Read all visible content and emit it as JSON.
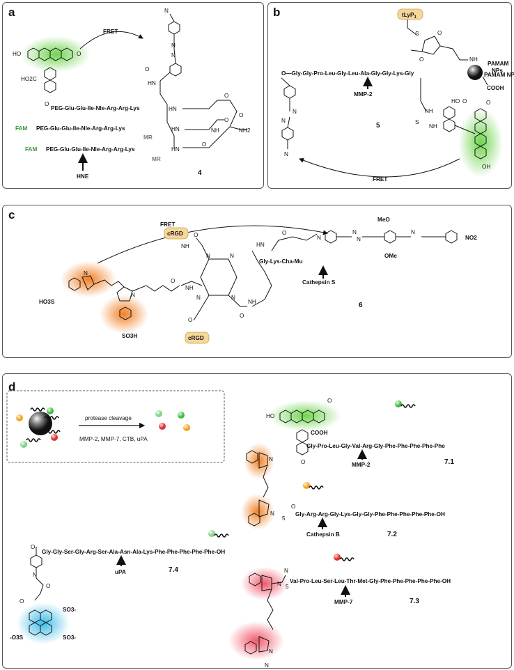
{
  "panel_a": {
    "label": "a",
    "fret": "FRET",
    "line1": "PEG-Glu-Glu-Ile-Nle-Arg-Arg-Lys",
    "line2_prefix": "FAM",
    "line2": "PEG-Glu-Glu-Ile-Nle-Arg-Arg-Lys",
    "line3_prefix": "FAM",
    "line3": "PEG-Glu-Glu-Ile-Nle-Arg-Arg-Lys",
    "mr1": "MR",
    "mr2": "MR",
    "enzyme": "HNE",
    "compound": "4",
    "atoms": [
      "HO",
      "O",
      "HO2C",
      "O",
      "N",
      "N",
      "N",
      "O",
      "HN",
      "HN",
      "HN",
      "HN",
      "O",
      "O",
      "O",
      "NH",
      "NH2",
      "O"
    ]
  },
  "panel_b": {
    "label": "b",
    "peptide": "O—Gly-Gly-Pro-Leu-Gly-Leu-Ala-Gly-Gly-Lys-Gly",
    "enzyme": "MMP-2",
    "carrier": "PAMAM NPs",
    "targeting": "tLyP",
    "targeting_sub": "1",
    "cooh": "COOH",
    "fret": "FRET",
    "compound": "5",
    "atoms": [
      "S",
      "O",
      "O",
      "NH",
      "NH",
      "HO",
      "O",
      "NH",
      "S",
      "O",
      "OH",
      "N",
      "N",
      "N"
    ]
  },
  "panel_c": {
    "label": "c",
    "fret": "FRET",
    "targeting_top": "cRGD",
    "targeting_bottom": "cRGD",
    "peptide": "Gly-Lys-Cha-Mu",
    "enzyme": "Cathepsin S",
    "sulfo1": "HO3S",
    "sulfo2": "SO3H",
    "ome1": "MeO",
    "ome2": "OMe",
    "nitro": "NO2",
    "compound": "6",
    "atoms": [
      "N",
      "N",
      "N",
      "N",
      "N",
      "N",
      "HN",
      "NH",
      "NH",
      "NH",
      "N",
      "N",
      "N",
      "N",
      "O",
      "O",
      "O",
      "O",
      "O"
    ]
  },
  "panel_d": {
    "label": "d",
    "process": "protease cleavage",
    "enzymes": "MMP-2, MMP-7, CTB, uPA",
    "c71": {
      "peptide": "Gly-Pro-Leu-Gly-Val-Arg-Gly-Phe-Phe-Phe-Phe-Phe",
      "enzyme": "MMP-2",
      "label": "7.1",
      "cooh": "COOH",
      "ho": "HO"
    },
    "c72": {
      "peptide": "Gly-Arg-Arg-Gly-Lys-Gly-Gly-Phe-Phe-Phe-Phe-Phe-OH",
      "enzyme": "Cathepsin B",
      "label": "7.2"
    },
    "c73": {
      "peptide": "Val-Pro-Leu-Ser-Leu-Thr-Met-Gly-Phe-Phe-Phe-Phe-Phe-OH",
      "enzyme": "MMP-7",
      "label": "7.3"
    },
    "c74": {
      "peptide": "Gly-Gly-Ser-Gly-Arg-Ser-Ala-Asn-Ala-Lys-Phe-Phe-Phe-Phe-Phe-OH",
      "enzyme": "uPA",
      "label": "7.4",
      "so3a": "SO3-",
      "so3b": "-O3S",
      "so3c": "SO3-"
    },
    "sub5": "5",
    "atoms": [
      "O",
      "O",
      "O",
      "O",
      "O",
      "O",
      "N",
      "N",
      "N",
      "N",
      "N",
      "N",
      "N"
    ]
  },
  "colors": {
    "border": "#555555",
    "green_glow": "#5fd03a",
    "orange_glow": "#f07a1a",
    "red_glow": "#ef3b50",
    "blue_glow": "#2ab4e8",
    "pill": "#f5d79b",
    "nanoparticle": "#2b2b2b"
  }
}
